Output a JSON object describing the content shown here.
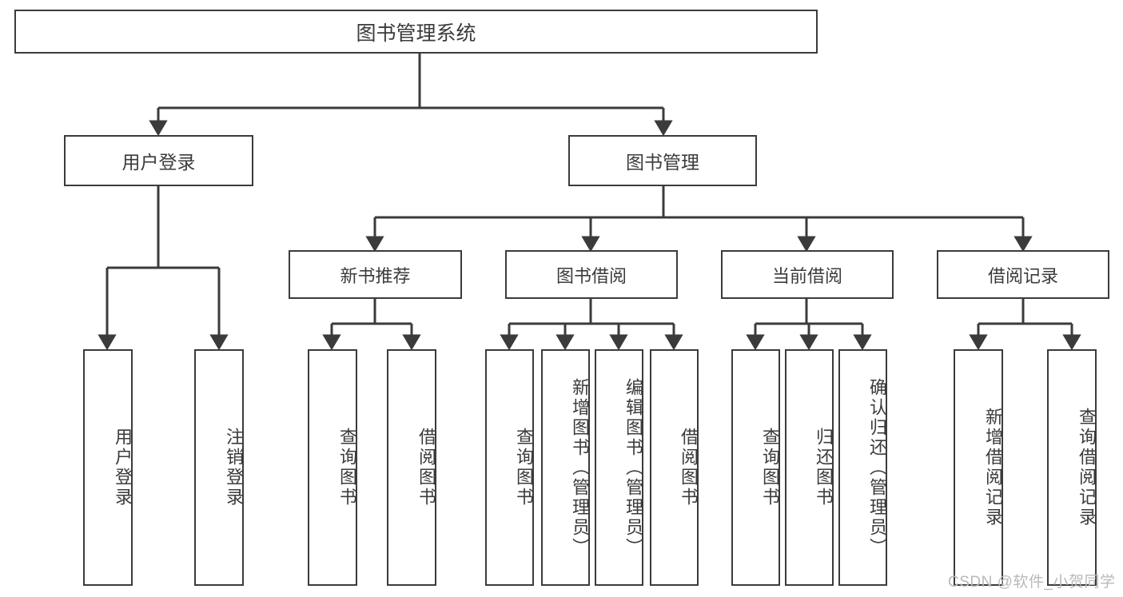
{
  "diagram": {
    "title": "图书管理系统",
    "type": "tree-hierarchy-chart",
    "watermark": "CSDN @软件_小贺同学",
    "colors": {
      "stroke": "#3b3b3b",
      "fill": "#ffffff",
      "text": "#3b3b3b",
      "watermark": "#b9b9b9"
    },
    "root": {
      "label": "图书管理系统"
    },
    "level1": [
      {
        "label": "用户登录"
      },
      {
        "label": "图书管理"
      }
    ],
    "level2": [
      {
        "label": "新书推荐"
      },
      {
        "label": "图书借阅"
      },
      {
        "label": "当前借阅"
      },
      {
        "label": "借阅记录"
      }
    ],
    "leaves": {
      "user_login": [
        {
          "label": "用户登录"
        },
        {
          "label": "注销登录"
        }
      ],
      "new_book_recommend": [
        {
          "label": "查询图书"
        },
        {
          "label": "借阅图书"
        }
      ],
      "book_borrow": [
        {
          "label": "查询图书"
        },
        {
          "label": "新增图书（管理员）"
        },
        {
          "label": "编辑图书（管理员）"
        },
        {
          "label": "借阅图书"
        }
      ],
      "current_borrow": [
        {
          "label": "查询图书"
        },
        {
          "label": "归还图书"
        },
        {
          "label": "确认归还（管理员）"
        }
      ],
      "borrow_record": [
        {
          "label": "新增借阅记录"
        },
        {
          "label": "查询借阅记录"
        }
      ]
    }
  }
}
